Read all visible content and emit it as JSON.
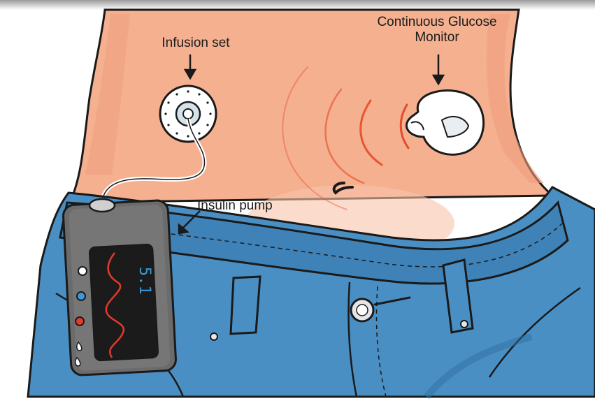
{
  "labels": {
    "infusion_set": "Infusion set",
    "cgm_line1": "Continuous Glucose",
    "cgm_line2": "Monitor",
    "insulin_pump": "Insulin pump"
  },
  "pump": {
    "reading": "5.1"
  },
  "colors": {
    "skin": "#f4b08f",
    "skin_shadow": "#ee9f7e",
    "denim": "#4a8fc4",
    "denim_dark": "#2f6f9f",
    "outline": "#1a1a1a",
    "signal": "#e74a2a",
    "pump_body": "#6b6b6b",
    "pump_screen": "#1b1b1b",
    "pump_trace": "#e33a2a"
  }
}
